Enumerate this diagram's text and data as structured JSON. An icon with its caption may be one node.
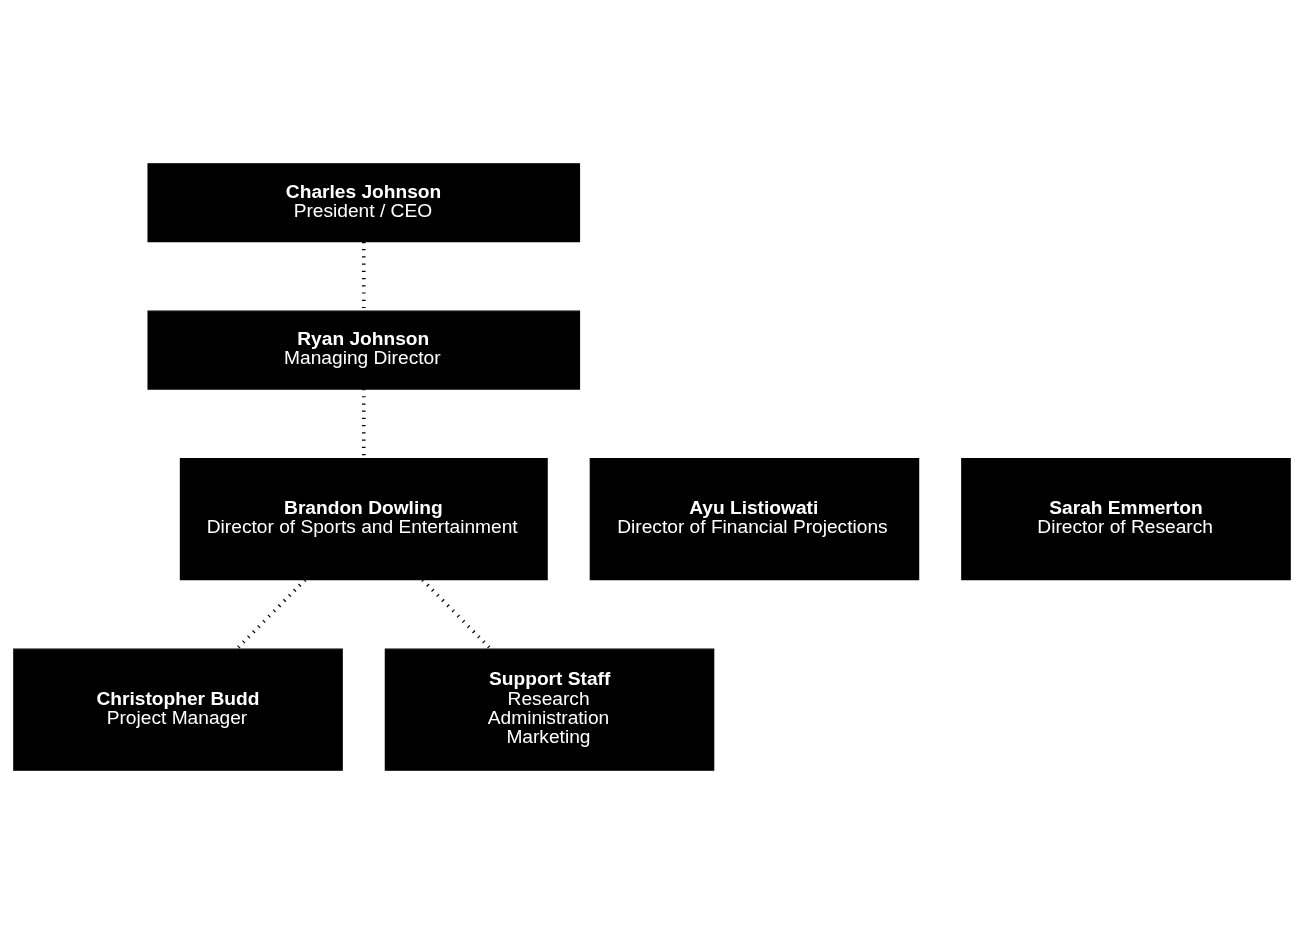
{
  "diagram": {
    "nodes": [
      {
        "text": [
          "Charles Johnson",
          "President / CEO"
        ]
      },
      {
        "text": [
          "Ryan Johnson",
          "Managing Director"
        ]
      },
      {
        "text": [
          "Ayu Listiowati",
          "Director of Financial Projections"
        ]
      },
      {
        "text": [
          "Brandon Dowling",
          "Director of Sports and Entertainment"
        ]
      },
      {
        "text": [
          "Sarah Emmerton",
          "Director of Research"
        ]
      },
      {
        "text": [
          "Christopher Budd",
          "Project Manager"
        ]
      },
      {
        "text": [
          "Support Staff",
          "Research",
          "Administration",
          "Marketing"
        ]
      }
    ],
    "edges": [
      {
        "from": 0,
        "to": 1,
        "arrow": "none"
      },
      {
        "from": 1,
        "to": 3,
        "arrow": "none"
      },
      {
        "from": 3,
        "to": 5,
        "arrow": "none"
      },
      {
        "from": 3,
        "to": 6,
        "arrow": "none"
      }
    ]
  }
}
